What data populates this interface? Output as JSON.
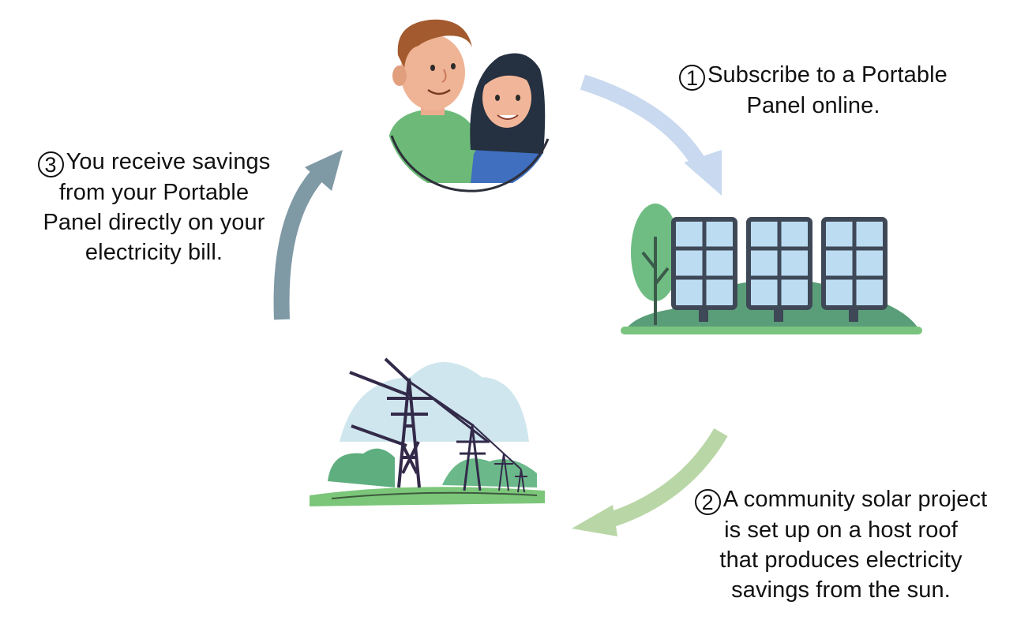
{
  "steps": [
    {
      "number": "1",
      "lines": [
        "Subscribe to a Portable",
        "Panel online."
      ]
    },
    {
      "number": "2",
      "lines": [
        "A community solar project",
        "is set up on a host roof",
        "that produces electricity",
        "savings from the sun."
      ]
    },
    {
      "number": "3",
      "lines": [
        "You receive savings",
        "from your Portable",
        "Panel directly on your",
        "electricity bill."
      ]
    }
  ],
  "colors": {
    "arrow_step1": "#c9d9ef",
    "arrow_step2": "#b9d7a6",
    "arrow_step3": "#7f99a5",
    "panel_frame": "#3e4856",
    "panel_glass": "#bcdcf2",
    "foliage": "#6fbd83",
    "ground": "#7bc47f",
    "hill": "#5a9e79",
    "sky": "#cfe6ee"
  },
  "icons": [
    "people-icon",
    "solar-panels-icon",
    "power-lines-icon"
  ]
}
